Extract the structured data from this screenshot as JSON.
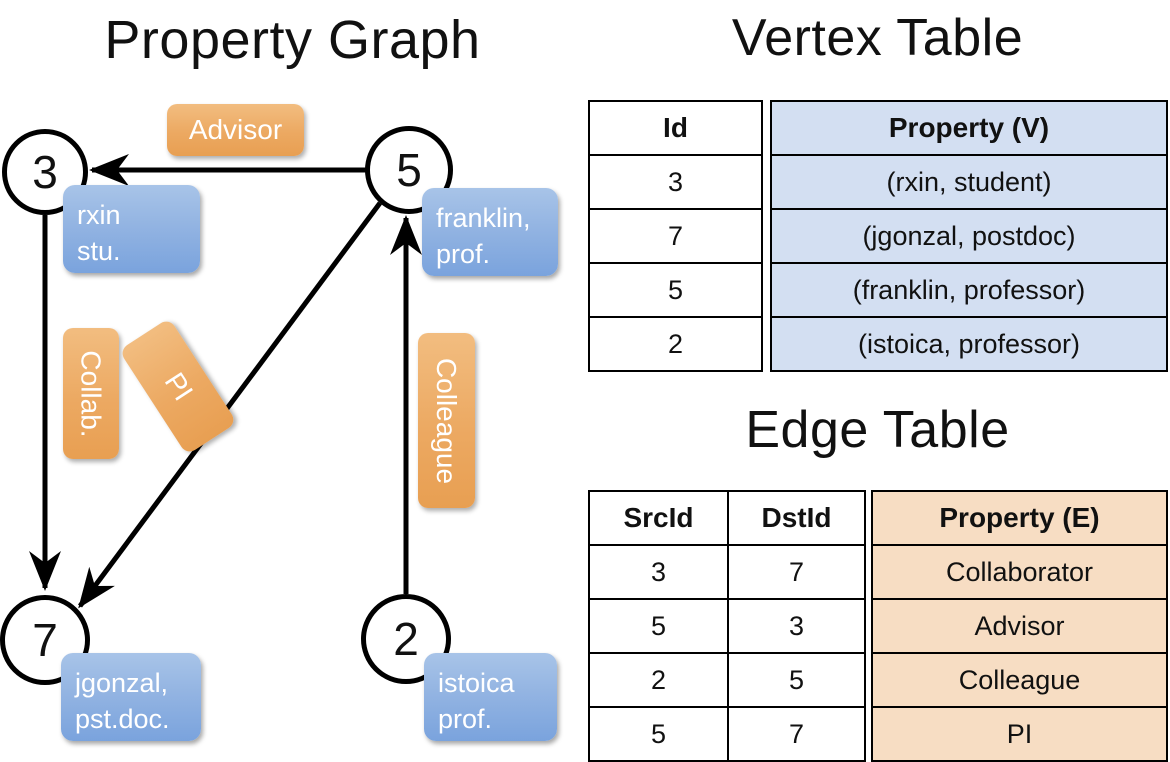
{
  "titles": {
    "property_graph": "Property Graph",
    "vertex_table": "Vertex Table",
    "edge_table": "Edge Table"
  },
  "colors": {
    "vertex_property_fill": "#d3dff2",
    "edge_property_fill": "#f7ddc3",
    "edge_label_fill": "#eca962",
    "vertex_property_box_fill": "#93b4e2",
    "stroke": "#000000"
  },
  "graph": {
    "nodes": [
      {
        "id": "3",
        "property_lines": [
          "rxin",
          "stu."
        ]
      },
      {
        "id": "5",
        "property_lines": [
          "franklin,",
          "prof."
        ]
      },
      {
        "id": "7",
        "property_lines": [
          "jgonzal,",
          "pst.doc."
        ]
      },
      {
        "id": "2",
        "property_lines": [
          "istoica",
          "prof."
        ]
      }
    ],
    "edge_labels": [
      {
        "label": "Advisor",
        "orientation": "horizontal"
      },
      {
        "label": "Collab.",
        "orientation": "vertical"
      },
      {
        "label": "PI",
        "orientation": "diagonal"
      },
      {
        "label": "Colleague",
        "orientation": "vertical"
      }
    ],
    "edges": [
      {
        "src": "5",
        "dst": "3"
      },
      {
        "src": "3",
        "dst": "7"
      },
      {
        "src": "5",
        "dst": "7"
      },
      {
        "src": "2",
        "dst": "5"
      }
    ]
  },
  "vertex_table": {
    "headers": [
      "Id",
      "Property (V)"
    ],
    "rows": [
      {
        "id": "3",
        "property": "(rxin, student)"
      },
      {
        "id": "7",
        "property": "(jgonzal, postdoc)"
      },
      {
        "id": "5",
        "property": "(franklin, professor)"
      },
      {
        "id": "2",
        "property": "(istoica, professor)"
      }
    ]
  },
  "edge_table": {
    "headers": [
      "SrcId",
      "DstId",
      "Property (E)"
    ],
    "rows": [
      {
        "src": "3",
        "dst": "7",
        "property": "Collaborator"
      },
      {
        "src": "5",
        "dst": "3",
        "property": "Advisor"
      },
      {
        "src": "2",
        "dst": "5",
        "property": "Colleague"
      },
      {
        "src": "5",
        "dst": "7",
        "property": "PI"
      }
    ]
  }
}
